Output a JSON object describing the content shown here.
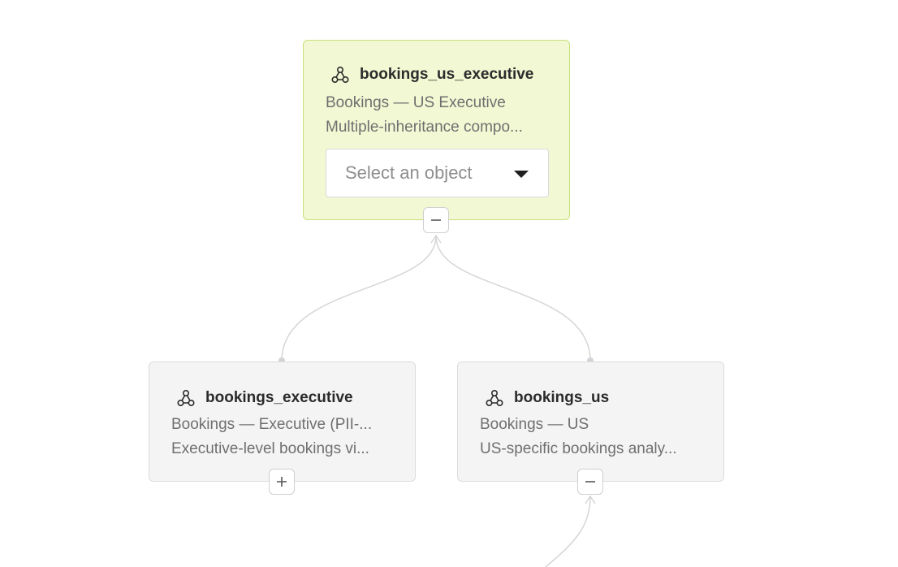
{
  "colors": {
    "active_node_bg": "#f2f8d3",
    "active_node_border": "#c6e07a",
    "node_bg": "#f4f4f4",
    "edge": "#d6d6d6"
  },
  "nodes": {
    "top": {
      "icon": "share-nodes-icon",
      "name": "bookings_us_executive",
      "label": "Bookings — US Executive",
      "description": "Multiple-inheritance compo...",
      "select_placeholder": "Select an object",
      "toggle": "collapse"
    },
    "left": {
      "icon": "share-nodes-icon",
      "name": "bookings_executive",
      "label": "Bookings — Executive (PII-...",
      "description": "Executive-level bookings vi...",
      "toggle": "expand"
    },
    "right": {
      "icon": "share-nodes-icon",
      "name": "bookings_us",
      "label": "Bookings — US",
      "description": "US-specific bookings analy...",
      "toggle": "collapse"
    }
  }
}
